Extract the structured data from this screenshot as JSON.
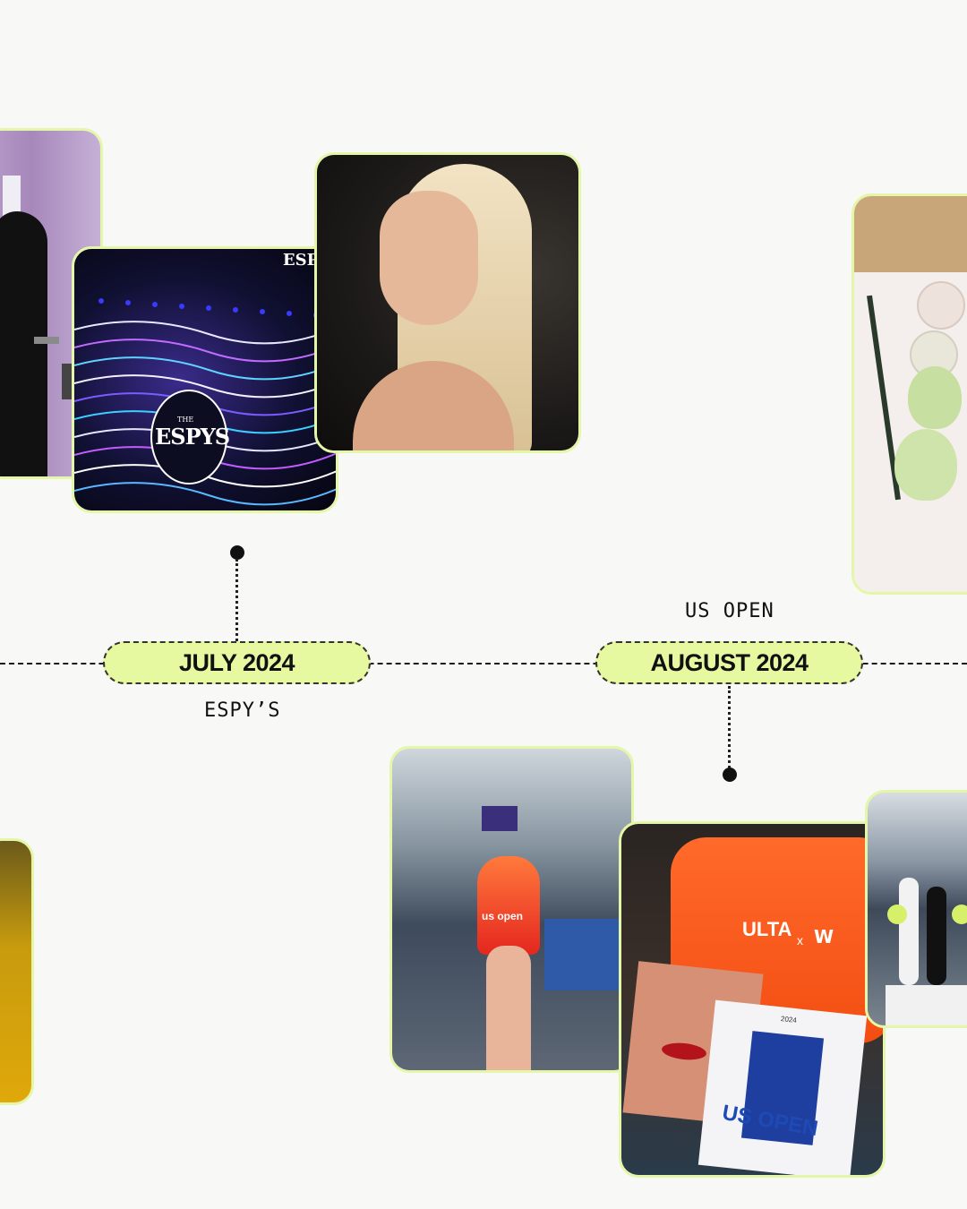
{
  "milestones": [
    {
      "date": "JULY 2024",
      "event": "ESPY’S"
    },
    {
      "date": "AUGUST 2024",
      "event": "US OPEN"
    }
  ],
  "photos": {
    "espys_logo_the": "THE",
    "espys_logo": "ESPYS",
    "espys_banner": "ESPY",
    "usopen_cup": "us open",
    "ulta_bag": "ULTA",
    "ulta_x": "x",
    "usopen_poster": "US OPEN",
    "usopen_poster_year": "2024"
  },
  "colors": {
    "accent": "#e6f9a1",
    "frame": "#e4f7a8",
    "background": "#f8f8f7"
  }
}
